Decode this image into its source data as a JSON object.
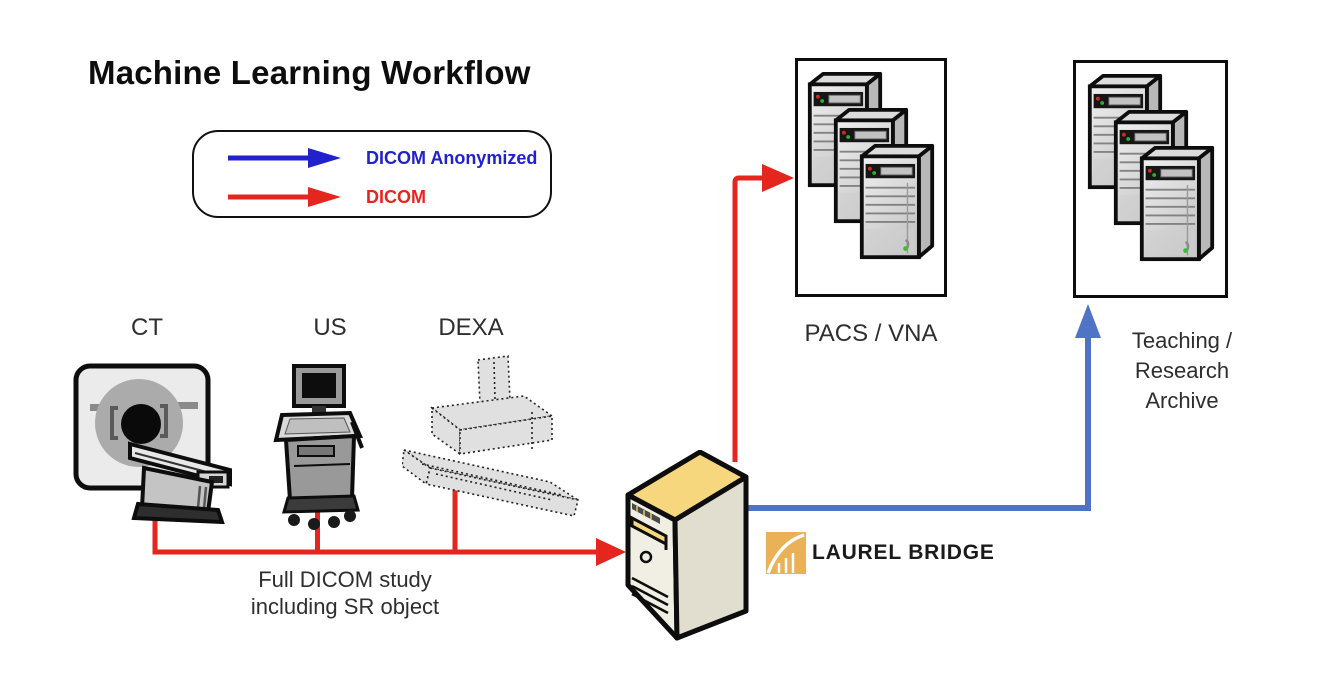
{
  "title": "Machine Learning Workflow",
  "legend": {
    "items": [
      {
        "id": "dicom-anonymized",
        "label": "DICOM Anonymized",
        "color": "#2121cd"
      },
      {
        "id": "dicom",
        "label": "DICOM",
        "color": "#e5261f"
      }
    ]
  },
  "modalities": {
    "ct_label": "CT",
    "us_label": "US",
    "dexa_label": "DEXA"
  },
  "flow_note": {
    "line1": "Full DICOM study",
    "line2": "including SR object"
  },
  "pacs": {
    "label": "PACS / VNA"
  },
  "archive": {
    "lines": [
      "Teaching /",
      "Research",
      "Archive"
    ]
  },
  "brand": {
    "name": "LAUREL BRIDGE"
  },
  "colors": {
    "dicom_red": "#e5261f",
    "legend_blue": "#2121cd",
    "flow_blue": "#4f74c6",
    "brand_gold": "#eab157",
    "server_top_yellow": "#f6d77e"
  }
}
